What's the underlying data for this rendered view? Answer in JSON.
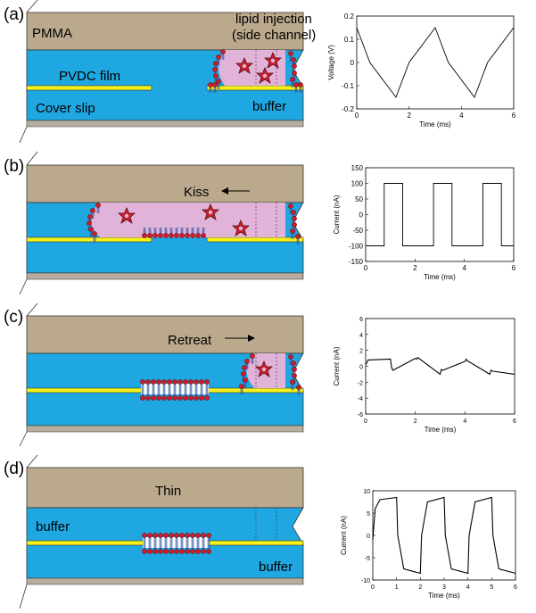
{
  "colors": {
    "pmma": "#bba98d",
    "buffer": "#1fa7e1",
    "film": "#f4f21a",
    "lipid": "#e2b3d9",
    "head": "#c8202c",
    "tail": "#2f56a3",
    "coverslip_edge": "#b7ad9c"
  },
  "panels": [
    {
      "letter": "(a)",
      "labels": {
        "pmma": "PMMA",
        "injection_line1": "lipid injection",
        "injection_line2": "(side channel)",
        "film": "PVDC film",
        "coverslip": "Cover slip",
        "buffer": "buffer"
      }
    },
    {
      "letter": "(b)",
      "labels": {
        "action": "Kiss"
      }
    },
    {
      "letter": "(c)",
      "labels": {
        "action": "Retreat"
      }
    },
    {
      "letter": "(d)",
      "labels": {
        "action": "Thin",
        "buffer_left": "buffer",
        "buffer_right": "buffer"
      }
    }
  ],
  "chart_data": [
    {
      "type": "line",
      "title": "",
      "xlabel": "Time (ms)",
      "ylabel": "Voltage (V)",
      "xlim": [
        0,
        6
      ],
      "ylim": [
        -0.2,
        0.2
      ],
      "xticks": [
        "0",
        "2",
        "4",
        "6"
      ],
      "yticks": [
        "-0.2",
        "-0.1",
        "0",
        "0.1",
        "0.2"
      ],
      "x": [
        0,
        0.5,
        1.5,
        2.0,
        3.0,
        3.5,
        4.5,
        5.0,
        6.0
      ],
      "y": [
        0.15,
        0.0,
        -0.15,
        0.0,
        0.15,
        0.0,
        -0.15,
        0.0,
        0.15
      ],
      "note_shape": "triangle"
    },
    {
      "type": "line",
      "title": "",
      "xlabel": "Time (ms)",
      "ylabel": "Current (nA)",
      "xlim": [
        0,
        6
      ],
      "ylim": [
        -150,
        150
      ],
      "xticks": [
        "0",
        "2",
        "4",
        "6"
      ],
      "yticks": [
        "-150",
        "-100",
        "-50",
        "0",
        "50",
        "100",
        "150"
      ],
      "x": [
        0,
        0.75,
        0.75,
        1.5,
        1.5,
        2.75,
        2.75,
        3.5,
        3.5,
        4.75,
        4.75,
        5.5,
        5.5,
        6
      ],
      "y": [
        -100,
        -100,
        100,
        100,
        -100,
        -100,
        100,
        100,
        -100,
        -100,
        100,
        100,
        -100,
        -100
      ]
    },
    {
      "type": "line",
      "title": "",
      "xlabel": "Time (ms)",
      "ylabel": "Current (nA)",
      "xlim": [
        0,
        6
      ],
      "ylim": [
        -6,
        6
      ],
      "xticks": [
        "0",
        "2",
        "4",
        "6"
      ],
      "yticks": [
        "-6",
        "-4",
        "-2",
        "0",
        "2",
        "4",
        "6"
      ],
      "x": [
        0,
        0.1,
        1.0,
        1.05,
        1.1,
        2.0,
        2.05,
        2.1,
        3.0,
        3.05,
        3.1,
        4.0,
        4.05,
        4.1,
        5.0,
        5.05,
        5.1,
        6.0
      ],
      "y": [
        0.2,
        0.8,
        0.9,
        -0.2,
        -0.5,
        1.0,
        0.9,
        1.1,
        -1.0,
        -0.4,
        -0.5,
        0.6,
        0.9,
        0.7,
        -1.0,
        -0.5,
        -0.6,
        -1.0
      ]
    },
    {
      "type": "line",
      "title": "",
      "xlabel": "Time (ms)",
      "ylabel": "Current (nA)",
      "xlim": [
        0,
        6
      ],
      "ylim": [
        -10,
        10
      ],
      "xticks": [
        "0",
        "1",
        "2",
        "3",
        "4",
        "5",
        "6"
      ],
      "yticks": [
        "-10",
        "-5",
        "0",
        "5",
        "10"
      ],
      "x": [
        0,
        0.1,
        0.3,
        1.0,
        1.05,
        1.3,
        2.0,
        2.05,
        2.3,
        3.0,
        3.05,
        3.3,
        4.0,
        4.05,
        4.3,
        5.0,
        5.05,
        5.3,
        6.0
      ],
      "y": [
        -1,
        6,
        8,
        8.5,
        0,
        -7.5,
        -8.5,
        0,
        7.5,
        8.5,
        0,
        -7.5,
        -8.5,
        0,
        7.5,
        8.5,
        0,
        -7.5,
        -8.5
      ]
    }
  ]
}
